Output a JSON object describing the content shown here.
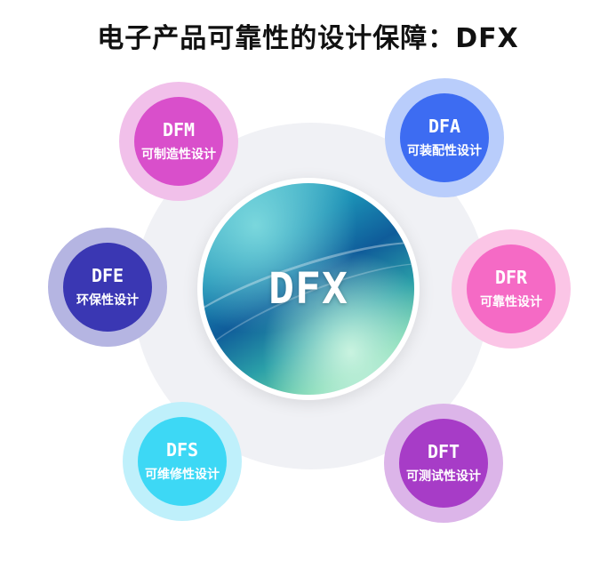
{
  "title": "电子产品可靠性的设计保障：DFX",
  "center": {
    "label": "DFX"
  },
  "nodes": [
    {
      "code": "DFM",
      "name": "可制造性设计",
      "outer": "#f1c0ea",
      "inner": "#d94fcb"
    },
    {
      "code": "DFA",
      "name": "可装配性设计",
      "outer": "#b9cdfb",
      "inner": "#3d6cf2"
    },
    {
      "code": "DFE",
      "name": "环保性设计",
      "outer": "#b5b5e2",
      "inner": "#3a37b3"
    },
    {
      "code": "DFR",
      "name": "可靠性设计",
      "outer": "#fbc5e6",
      "inner": "#f56ac5"
    },
    {
      "code": "DFS",
      "name": "可维修性设计",
      "outer": "#bff0fb",
      "inner": "#3dd8f5"
    },
    {
      "code": "DFT",
      "name": "可测试性设计",
      "outer": "#dcb5e9",
      "inner": "#a73cc7"
    }
  ]
}
